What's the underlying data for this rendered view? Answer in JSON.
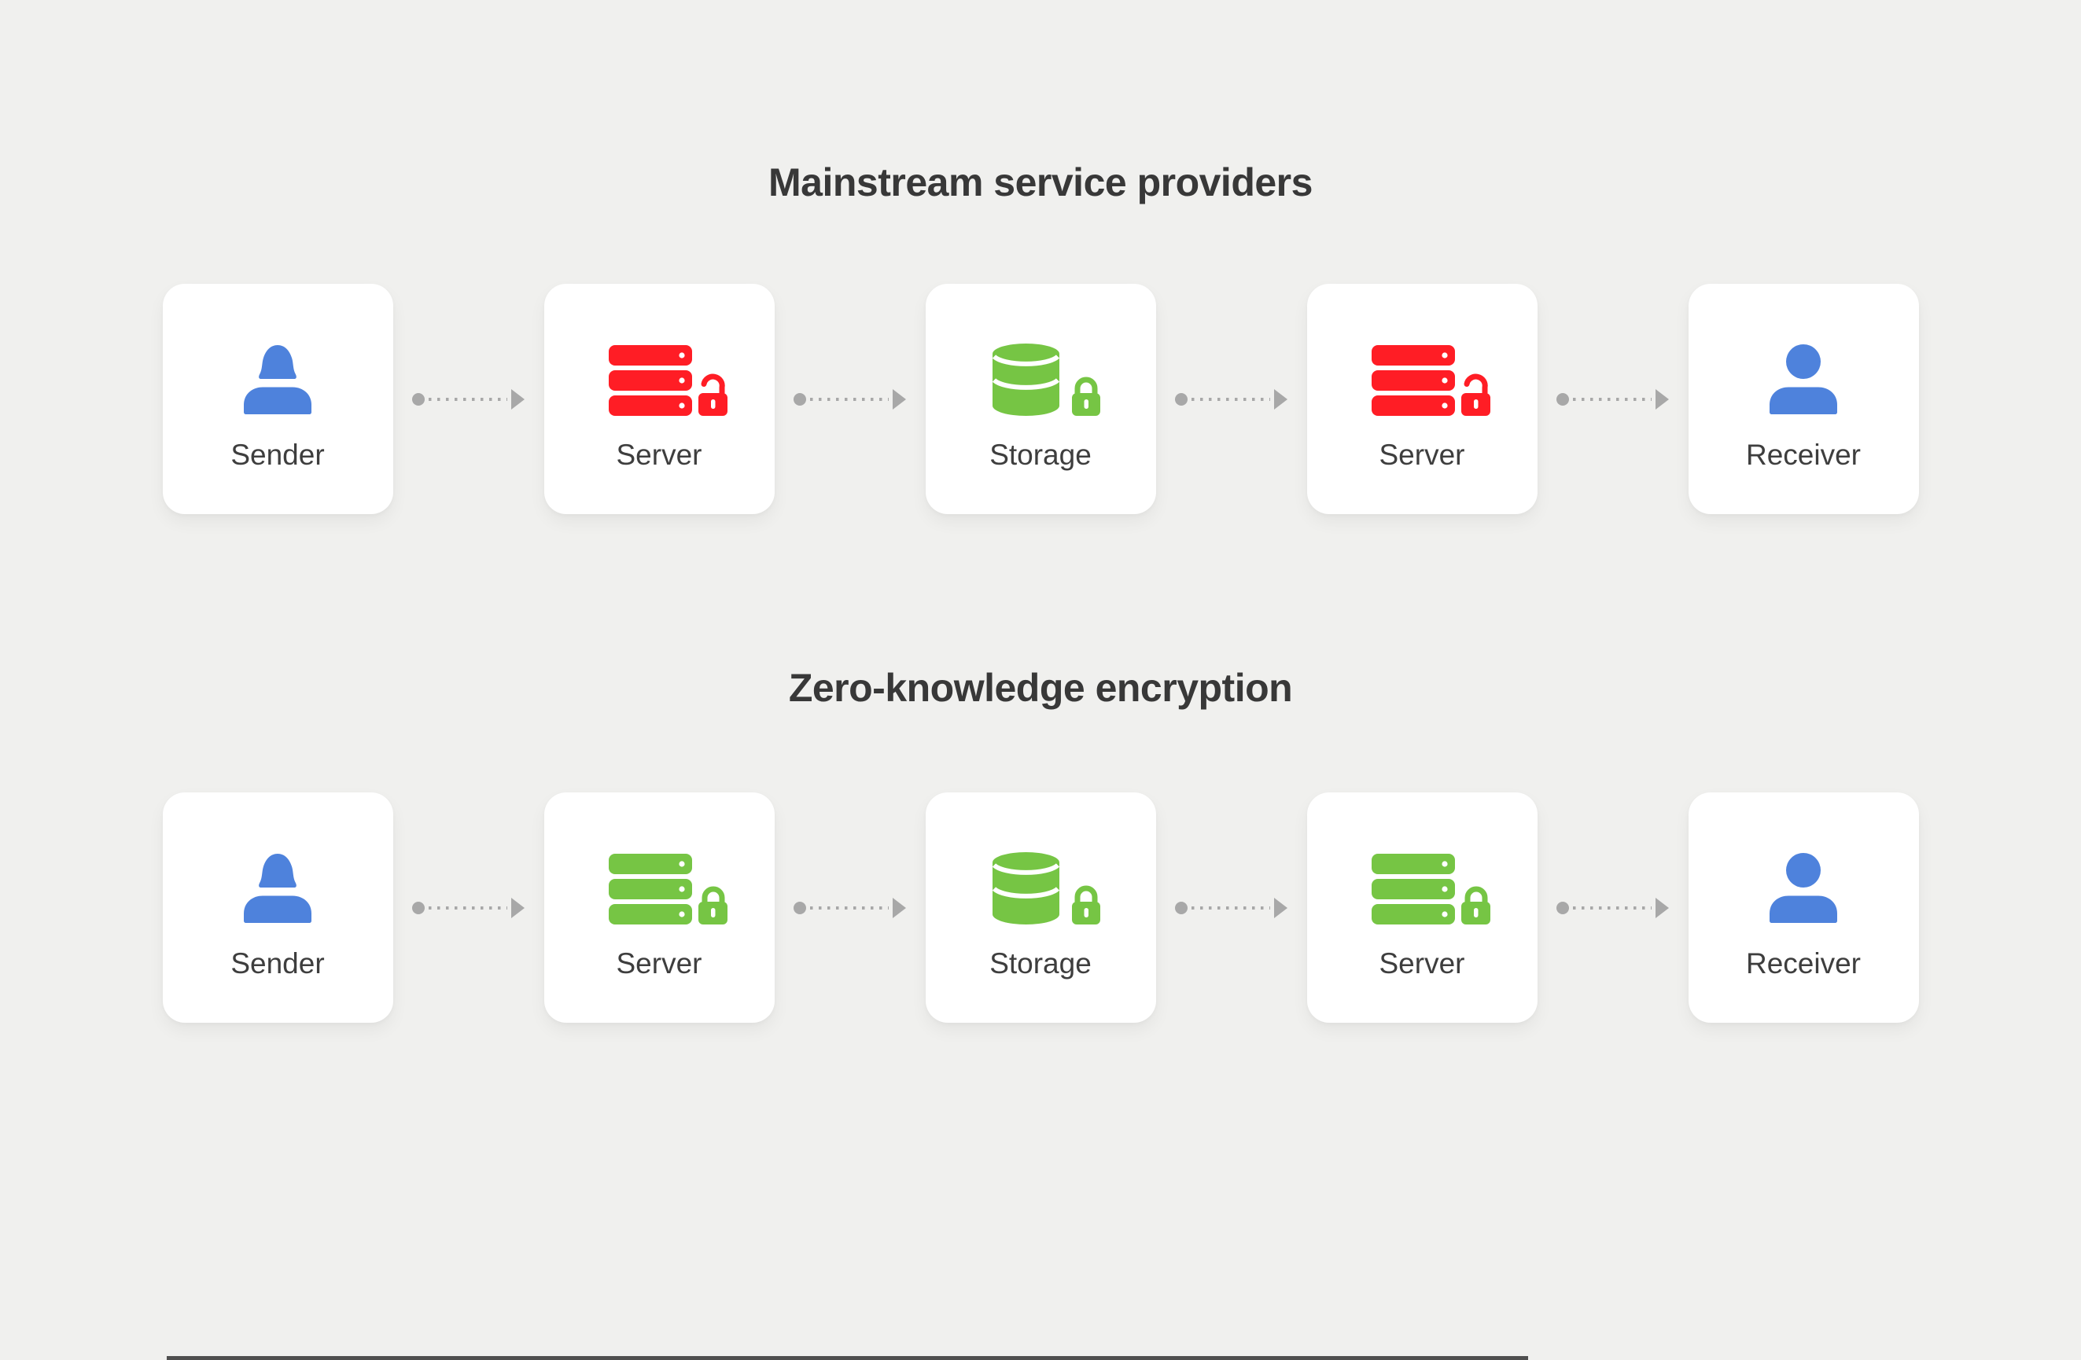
{
  "colors": {
    "background": "#f0f0ee",
    "card": "#ffffff",
    "red": "#ff1d25",
    "green": "#76c544",
    "blue": "#4e82dc",
    "arrow": "#a8a8a8",
    "text": "#3e3e3e",
    "title": "#383838"
  },
  "sections": [
    {
      "title": "Mainstream service providers",
      "cards": [
        {
          "label": "Sender",
          "icon": "user-female-icon",
          "color": "blue"
        },
        {
          "label": "Server",
          "icon": "server-unlocked-icon",
          "color": "red"
        },
        {
          "label": "Storage",
          "icon": "database-locked-icon",
          "color": "green"
        },
        {
          "label": "Server",
          "icon": "server-unlocked-icon",
          "color": "red"
        },
        {
          "label": "Receiver",
          "icon": "user-male-icon",
          "color": "blue"
        }
      ]
    },
    {
      "title": "Zero-knowledge encryption",
      "cards": [
        {
          "label": "Sender",
          "icon": "user-female-icon",
          "color": "blue"
        },
        {
          "label": "Server",
          "icon": "server-locked-icon",
          "color": "green"
        },
        {
          "label": "Storage",
          "icon": "database-locked-icon",
          "color": "green"
        },
        {
          "label": "Server",
          "icon": "server-locked-icon",
          "color": "green"
        },
        {
          "label": "Receiver",
          "icon": "user-male-icon",
          "color": "blue"
        }
      ]
    }
  ]
}
